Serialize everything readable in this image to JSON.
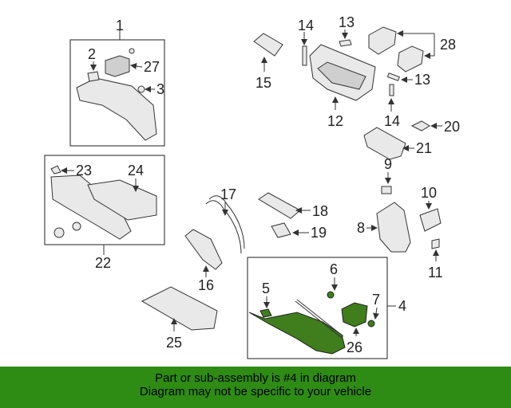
{
  "labels": {
    "n1": "1",
    "n2": "2",
    "n3": "3",
    "n4": "4",
    "n5": "5",
    "n6": "6",
    "n7": "7",
    "n8": "8",
    "n9": "9",
    "n10": "10",
    "n11": "11",
    "n12": "12",
    "n13a": "13",
    "n13b": "13",
    "n14a": "14",
    "n14b": "14",
    "n15": "15",
    "n16": "16",
    "n17": "17",
    "n18": "18",
    "n19": "19",
    "n20": "20",
    "n21": "21",
    "n22": "22",
    "n23": "23",
    "n24": "24",
    "n25": "25",
    "n26": "26",
    "n27": "27",
    "n28": "28"
  },
  "colors": {
    "highlight": "#3f7d1d",
    "banner": "#2e8b14"
  },
  "banner": {
    "line1": "Part or sub-assembly is #4 in diagram",
    "line2": "Diagram may not be specific to your vehicle"
  }
}
